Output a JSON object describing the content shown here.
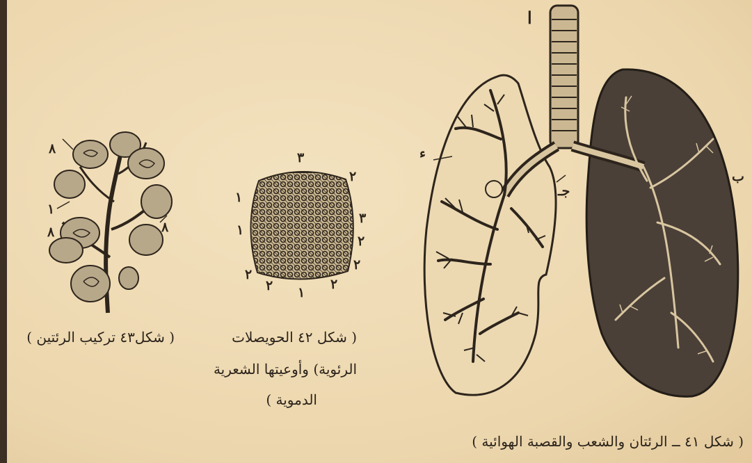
{
  "captions": {
    "fig43": "( شكل٤٣ تركيب الرئتين )",
    "fig42_line1": "( شكل ٤٢ الحويصلات",
    "fig42_line2": "الرئوية) وأوعيتها الشعرية",
    "fig42_line3": "الدموية )",
    "fig41": "( شكل ٤١ ــ الرئتان والشعب والقصبة الهوائية )"
  },
  "labels": {
    "fig43_top": "٨",
    "fig43_left1": "١",
    "fig43_left2": "٨",
    "fig43_right": "٨",
    "fig42_top": "٣",
    "fig42_r1": "٢",
    "fig42_r2": "٣",
    "fig42_r3": "٢",
    "fig42_r4": "٢",
    "fig42_l1": "١",
    "fig42_l2": "١",
    "fig42_bl": "٢",
    "fig42_b1": "٢",
    "fig42_b2": "١",
    "fig42_b3": "٢",
    "fig41_a": "ا",
    "fig41_d": "ء",
    "fig41_j": "جـ",
    "fig41_b": "ب"
  }
}
